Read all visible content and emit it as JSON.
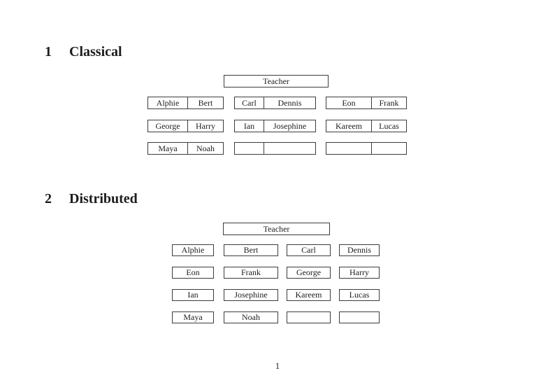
{
  "document": {
    "page_number": "1"
  },
  "colors": {
    "ink": "#1c1c1c",
    "line": "#3c3c3c",
    "background": "#ffffff"
  },
  "sections": [
    {
      "number": "1",
      "title": "Classical",
      "teacher_label": "Teacher",
      "desks": [
        [
          "Alphie",
          "Bert"
        ],
        [
          "Carl",
          "Dennis"
        ],
        [
          "Eon",
          "Frank"
        ],
        [
          "George",
          "Harry"
        ],
        [
          "Ian",
          "Josephine"
        ],
        [
          "Kareem",
          "Lucas"
        ],
        [
          "Maya",
          "Noah"
        ],
        [
          "",
          ""
        ],
        [
          "",
          ""
        ]
      ]
    },
    {
      "number": "2",
      "title": "Distributed",
      "teacher_label": "Teacher",
      "seats": [
        "Alphie",
        "Bert",
        "Carl",
        "Dennis",
        "Eon",
        "Frank",
        "George",
        "Harry",
        "Ian",
        "Josephine",
        "Kareem",
        "Lucas",
        "Maya",
        "Noah",
        "",
        ""
      ]
    }
  ]
}
